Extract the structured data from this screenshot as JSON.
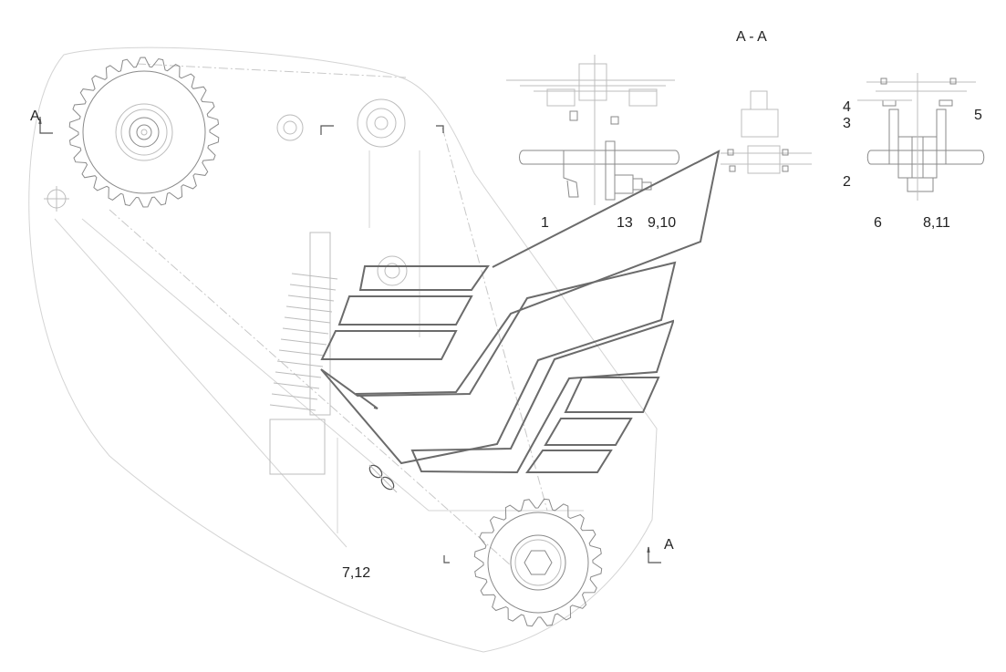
{
  "labels": {
    "section_title": "A - A",
    "section_mark_left": "A",
    "section_mark_bottom": "A",
    "p1": "1",
    "p13": "13",
    "p9_10": "9,10",
    "p4": "4",
    "p3": "3",
    "p5": "5",
    "p2": "2",
    "p6": "6",
    "p8_11": "8,11",
    "p7_12": "7,12"
  }
}
